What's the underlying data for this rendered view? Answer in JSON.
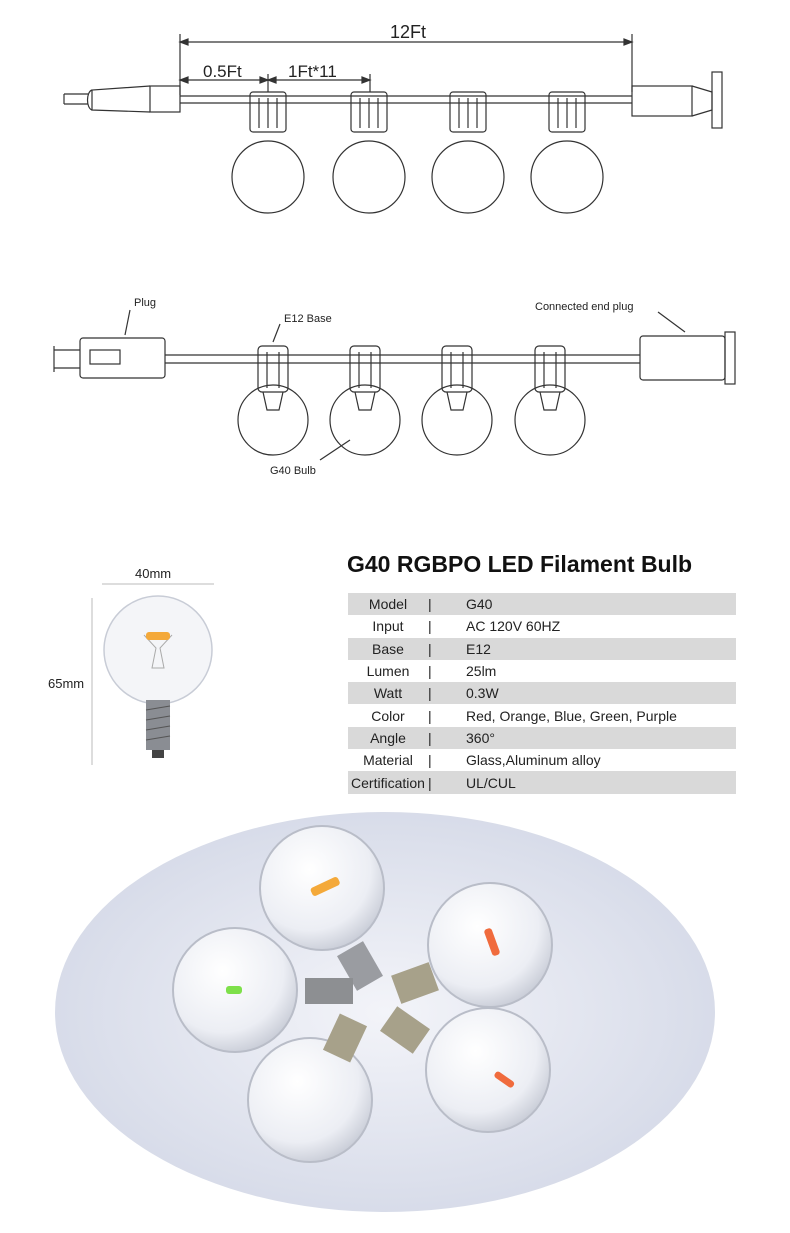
{
  "diagram1": {
    "total_length": "12Ft",
    "lead_length": "0.5Ft",
    "spacing": "1Ft*11"
  },
  "diagram2": {
    "plug_label": "Plug",
    "base_label": "E12 Base",
    "end_plug_label": "Connected end plug",
    "bulb_label": "G40 Bulb"
  },
  "bulb_dims": {
    "width": "40mm",
    "height": "65mm"
  },
  "product": {
    "title": "G40 RGBPO LED Filament Bulb"
  },
  "specs": [
    {
      "label": "Model",
      "sep": "|",
      "value": "G40"
    },
    {
      "label": "Input",
      "sep": "|",
      "value": "AC 120V 60HZ"
    },
    {
      "label": "Base",
      "sep": "|",
      "value": "E12"
    },
    {
      "label": "Lumen",
      "sep": "|",
      "value": "25lm"
    },
    {
      "label": "Watt",
      "sep": "|",
      "value": "0.3W"
    },
    {
      "label": "Color",
      "sep": "|",
      "value": "Red, Orange, Blue, Green, Purple"
    },
    {
      "label": "Angle",
      "sep": "|",
      "value": "360°"
    },
    {
      "label": "Material",
      "sep": "|",
      "value": "Glass,Aluminum alloy"
    },
    {
      "label": "Certification",
      "sep": "|",
      "value": "UL/CUL"
    }
  ],
  "colors": {
    "table_shade": "#d9d9d9",
    "filament_orange": "#f4a93a",
    "filament_red": "#f06b3d",
    "filament_green": "#7ee04a",
    "photo_backdrop": "#d7dcea"
  }
}
